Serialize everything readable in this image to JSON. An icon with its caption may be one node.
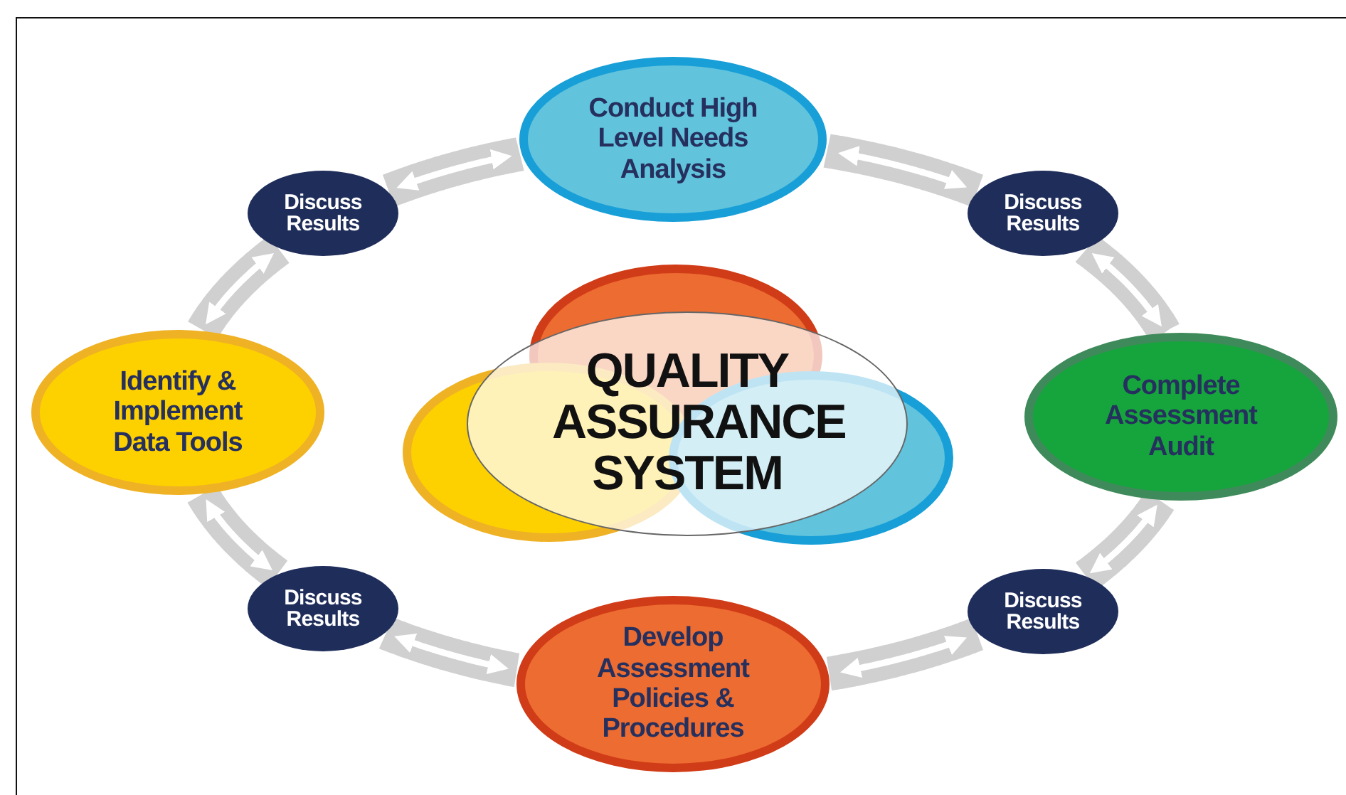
{
  "diagram": {
    "nodes": [
      {
        "text": [
          "Conduct High Level Needs Analysis"
        ]
      },
      {
        "text": [
          "Discuss Results"
        ]
      },
      {
        "text": [
          "Complete Assessment Audit"
        ]
      },
      {
        "text": [
          "Discuss Results"
        ]
      },
      {
        "text": [
          "Develop Assessment Policies & Procedures"
        ]
      },
      {
        "text": [
          "Discuss Results"
        ]
      },
      {
        "text": [
          "Identify & Implement Data Tools"
        ]
      },
      {
        "text": [
          "Discuss Results"
        ]
      },
      {
        "text": [
          "QUALITY ASSURANCE SYSTEM"
        ]
      }
    ],
    "edges": [
      {
        "from": 0,
        "to": 1,
        "arrow": "both"
      },
      {
        "from": 1,
        "to": 2,
        "arrow": "both"
      },
      {
        "from": 2,
        "to": 3,
        "arrow": "both"
      },
      {
        "from": 3,
        "to": 4,
        "arrow": "both"
      },
      {
        "from": 4,
        "to": 5,
        "arrow": "both"
      },
      {
        "from": 5,
        "to": 6,
        "arrow": "both"
      },
      {
        "from": 6,
        "to": 7,
        "arrow": "both"
      },
      {
        "from": 7,
        "to": 0,
        "arrow": "both"
      }
    ]
  }
}
